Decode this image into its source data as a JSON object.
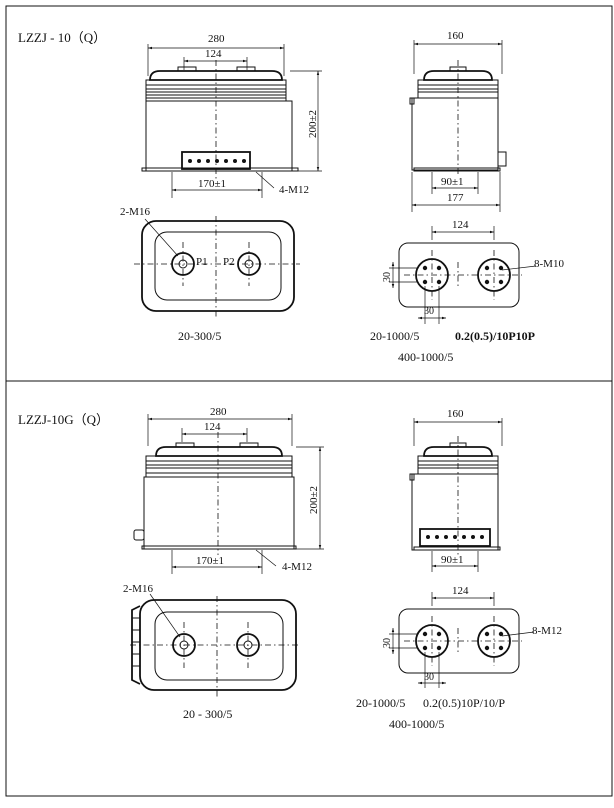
{
  "section1": {
    "model": "LZZJ - 10（Q）",
    "dims": {
      "w280": "280",
      "w124": "124",
      "h200": "200±2",
      "w170": "170±1",
      "bolt": "4-M12"
    },
    "side": {
      "w160": "160",
      "w90": "90±1",
      "w177": "177"
    },
    "bottom": {
      "hole": "2-M16",
      "p1": "P1",
      "p2": "P2",
      "ratio": "20-300/5"
    },
    "right": {
      "w124": "124",
      "d30a": "30",
      "d30b": "30",
      "hole": "8-M10",
      "ratio_a": "20-1000/5",
      "accuracy": "0.2(0.5)/10P10P",
      "ratio_b": "400-1000/5"
    }
  },
  "section2": {
    "model": "LZZJ-10G（Q）",
    "dims": {
      "w280": "280",
      "w124": "124",
      "h200": "200±2",
      "w170": "170±1",
      "bolt": "4-M12"
    },
    "side": {
      "w160": "160",
      "w90": "90±1"
    },
    "bottom": {
      "hole": "2-M16",
      "ratio": "20 - 300/5"
    },
    "right": {
      "w124": "124",
      "d30a": "30",
      "d30b": "30",
      "hole": "8-M12",
      "ratio_a": "20-1000/5",
      "accuracy": "0.2(0.5)10P/10/P",
      "ratio_b": "400-1000/5"
    }
  }
}
